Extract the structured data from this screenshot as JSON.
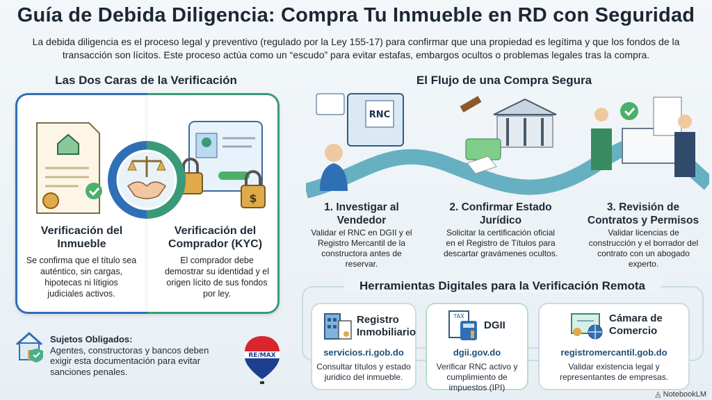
{
  "title": "Guía de Debida Diligencia: Compra Tu Inmueble en RD con Seguridad",
  "intro": "La debida diligencia es el proceso legal y preventivo (regulado por la Ley 155-17) para confirmar que una propiedad es legítima y que los fondos de la transacción son lícitos. Este proceso actúa como un “escudo” para evitar estafas, embargos ocultos o problemas legales tras la compra.",
  "left": {
    "heading": "Las Dos Caras de la Verificación",
    "cards": [
      {
        "title": "Verificación del Inmueble",
        "text": "Se confirma que el título sea auténtico, sin cargas, hipotecas ni lítigios judiciales activos.",
        "icon": "property-title-document-icon",
        "color": "#2f6fb5"
      },
      {
        "title": "Verificación del Comprador (KYC)",
        "text": "El comprador debe demostrar su identidad y el origen lícito de sus fondos por ley.",
        "icon": "identity-lock-icon",
        "color": "#3a9a78"
      }
    ],
    "center_icon": "scales-handshake-icon",
    "note": {
      "title": "Sujetos Obligados:",
      "text": "Agentes, constructoras y bancos deben exigir esta documentación para evitar sanciones penales.",
      "icon": "house-shield-icon"
    },
    "logo": "RE/MAX"
  },
  "flow": {
    "heading": "El Flujo de una Compra Segura",
    "steps": [
      {
        "title": "1. Investigar al Vendedor",
        "text": "Validar el RNC en DGII y el Registro Mercantil de la constructora antes de reservar.",
        "badge": "RNC"
      },
      {
        "title": "2. Confirmar Estado Jurídico",
        "text": "Solicitar la certificación oficial en el Registro de Títulos para descartar gravámenes ocultos."
      },
      {
        "title": "3. Revisión de Contratos y Permisos",
        "text": "Validar licencias de construcción y el borrador del contrato con un abogado experto."
      }
    ]
  },
  "tools": {
    "heading": "Herramientas Digitales para la Verificación Remota",
    "items": [
      {
        "name": "Registro Inmobiliario",
        "url": "servicios.ri.gob.do",
        "text": "Consultar títulos y estado juridico del inmueble.",
        "icon": "building-document-icon"
      },
      {
        "name": "DGII",
        "url": "dgii.gov.do",
        "text": "Verificar RNC activo y cumplimiento de impuestos (IPI)",
        "icon": "tax-calculator-icon",
        "badge": "TAX"
      },
      {
        "name": "Cámara de Comercio",
        "url": "registromercantil.gob.do",
        "text": "Validar existencia legal y representantes de empresas.",
        "icon": "certificate-globe-icon"
      }
    ]
  },
  "footer": {
    "brand": "NotebookLM"
  }
}
